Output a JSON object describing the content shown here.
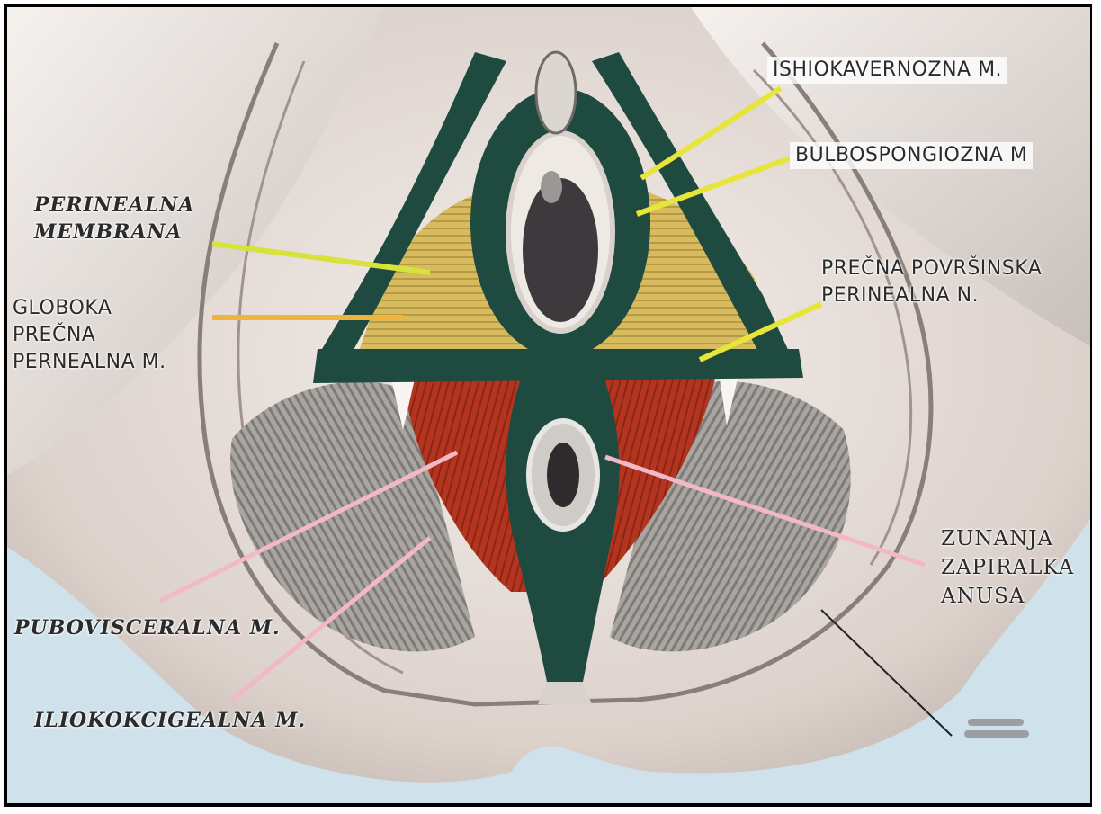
{
  "colors": {
    "background": "#cfe1ea",
    "skin": "#e8e0dc",
    "muscle_green": "#1f4a3f",
    "perineal_membrane_yellow": "#d9bd63",
    "deep_red_muscle": "#b3351f",
    "leader_yellow": "#e7e43a",
    "leader_orange": "#f0b43c",
    "leader_pink": "#f2b8c6",
    "leader_dark": "#222222"
  },
  "labels": [
    {
      "text": "ISHIOKAVERNOZNA M.",
      "leader": "yellow"
    },
    {
      "text": "BULBOSPONGIOZNA M",
      "leader": "yellow"
    },
    {
      "text": "PERINEALNA\nMEMBRANA",
      "leader": "yellow-green"
    },
    {
      "text": "GLOBOKA\nPREČNA\nPERNEALNA M.",
      "leader": "orange"
    },
    {
      "text": "PREČNA POVRŠINSKA\nPERINEALNA N.",
      "leader": "yellow"
    },
    {
      "text": "ZUNANJA\nZAPIRALKA\nANUSA",
      "leader": "pink"
    },
    {
      "text": "PUBOVISCERALNA M.",
      "leader": "pink"
    },
    {
      "text": "ILIOKOKCIGEALNA M.",
      "leader": "pink"
    }
  ],
  "illegible_labels": [
    {
      "leader": "dark"
    }
  ]
}
